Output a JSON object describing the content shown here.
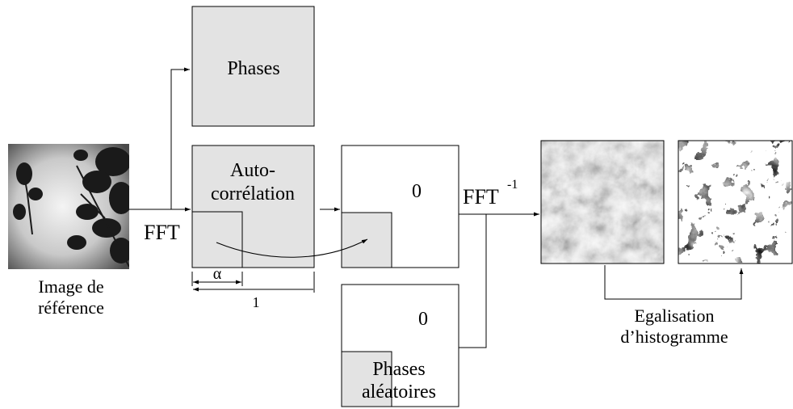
{
  "diagram": {
    "reference_image_label_line1": "Image de",
    "reference_image_label_line2": "référence",
    "fft_label": "FFT",
    "phases_label": "Phases",
    "autocorrelation_label_line1": "Auto-",
    "autocorrelation_label_line2": "corrélation",
    "alpha_label": "α",
    "one_label": "1",
    "zero_label_top": "0",
    "zero_label_bottom": "0",
    "inverse_fft_label": "FFT",
    "inverse_fft_exponent": "-1",
    "random_phases_label_line1": "Phases",
    "random_phases_label_line2": "aléatoires",
    "equalization_label_line1": "Egalisation",
    "equalization_label_line2": "d’histogramme"
  },
  "colors": {
    "box_fill_gray": "#e3e3e3",
    "box_fill_white": "#ffffff",
    "stroke": "#000000"
  }
}
